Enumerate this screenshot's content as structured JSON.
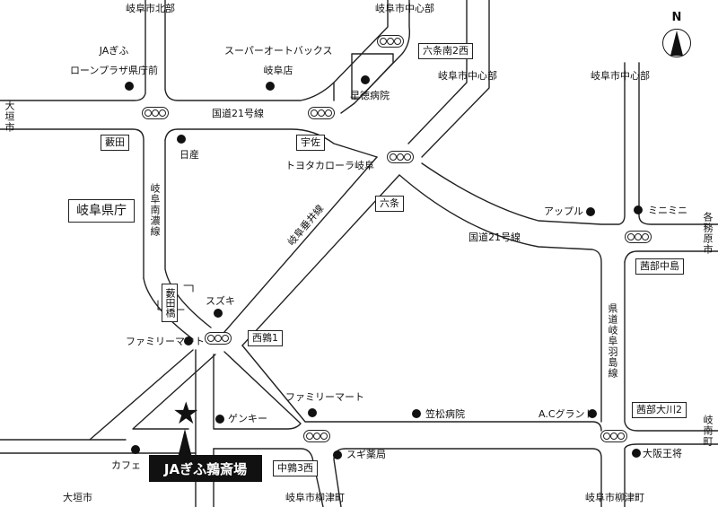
{
  "roads": {
    "route21_west": "国道21号線",
    "route21_east": "国道21号線",
    "gifu_tarui": "岐阜垂井線",
    "gifu_nan_no": "岐阜南濃線",
    "kendou_gifu_hashima": "県道岐阜羽島線",
    "yabuta_bashi": "藪田橋"
  },
  "directions": {
    "north_top": "岐阜市北部",
    "center_top": "岐阜市中心部",
    "center_mid": "岐阜市中心部",
    "center_right": "岐阜市中心部",
    "ogaki_west": "大垣市",
    "ogaki_bottom": "大垣市",
    "kakamigahara": "各務原市",
    "ginan": "岐南町",
    "yanaizu_bottom": "岐阜市柳津町",
    "yanaizu_right": "岐阜市柳津町"
  },
  "intersections": {
    "rokujo_minami": "六条南2西",
    "yabuta": "藪田",
    "usa": "宇佐",
    "rokujo": "六条",
    "kanabe_nakashima": "茜部中島",
    "nishi_uzura": "西鶉1",
    "kanabe_okawa": "茜部大川2",
    "naka_uzura": "中鶉3西"
  },
  "landmarks": {
    "ja_loan_line1": "JAぎふ",
    "ja_loan_line2": "ローンプラザ県庁前",
    "superautobacs_line1": "スーパーオートバックス",
    "superautobacs_line2": "岐阜店",
    "hayatoku": "早徳病院",
    "nissan": "日産",
    "toyota": "トヨタカローラ岐阜",
    "apple": "アップル",
    "miniminis": "ミニミニ",
    "suzuki": "スズキ",
    "familymart_1": "ファミリーマート",
    "familymart_2": "ファミリーマート",
    "genky": "ゲンキー",
    "kasamatsu": "笠松病院",
    "ac_grand": "A.Cグランド",
    "cafe": "カフェ",
    "sugi": "スギ薬局",
    "osaka_osho": "大阪王将",
    "gifu_pref_office": "岐阜県庁"
  },
  "venue": {
    "name": "JAぎふ鶉斎場"
  },
  "compass": {
    "label": "N"
  }
}
